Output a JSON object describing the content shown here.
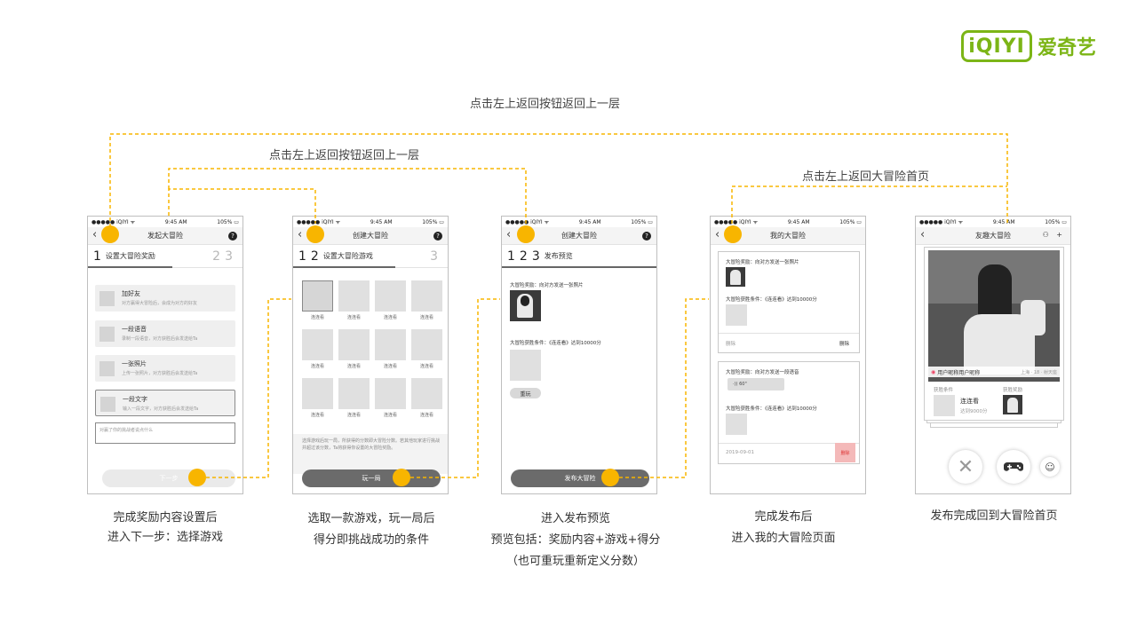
{
  "logo": {
    "box_text": "iQIYI",
    "cn_text": "爱奇艺",
    "color": "#7cb516"
  },
  "accent_color": "#f8b500",
  "flow_labels": {
    "top": "点击左上返回按钮返回上一层",
    "second": "点击左上返回按钮返回上一层",
    "right": "点击左上返回大冒险首页"
  },
  "status_bar": {
    "left": "●●●●● iQIYI ᯤ",
    "time": "9:45 AM",
    "battery": "105% ▭"
  },
  "screen1": {
    "title": "发起大冒险",
    "step_num1": "1",
    "step_label": "设置大冒险奖励",
    "step_num2": "2",
    "step_num3": "3",
    "options": [
      {
        "title": "加好友",
        "desc": "对方赢得大冒险后，会成为对方的好友"
      },
      {
        "title": "一段语音",
        "desc": "录制一段语音，对方获胜后会发送给Ta"
      },
      {
        "title": "一张照片",
        "desc": "上传一张照片，对方获胜后会发送给Ta"
      },
      {
        "title": "一段文字",
        "desc": "输入一段文字，对方获胜后会发送给Ta"
      }
    ],
    "input_placeholder": "对赢了你的挑战者说点什么",
    "next_button": "下一步"
  },
  "screen2": {
    "title": "创建大冒险",
    "step_num1": "1",
    "step_num2": "2",
    "step_label": "设置大冒险游戏",
    "step_num3": "3",
    "games": [
      "连连看",
      "连连看",
      "连连看",
      "连连看",
      "连连看",
      "连连看",
      "连连看",
      "连连看",
      "连连看",
      "连连看",
      "连连看",
      "连连看"
    ],
    "hint": "选择游戏后玩一局，所获得的分数即大冒险分数。若其他玩家进行挑战并超过该分数，Ta将获得你设置的大冒险奖励。",
    "play_button": "玩一局"
  },
  "screen3": {
    "title": "创建大冒险",
    "step_num1": "1",
    "step_num2": "2",
    "step_num3": "3",
    "step_label": "发布预览",
    "reward_text": "大冒险奖励：向对方发送一张照片",
    "condition_text": "大冒险获胜条件：《连连看》达到10000分",
    "replay_button": "重玩",
    "publish_button": "发布大冒险"
  },
  "screen4": {
    "title": "我的大冒险",
    "card1": {
      "reward": "大冒险奖励：向对方发送一张照片",
      "condition": "大冒险获胜条件：《连连看》达到10000分",
      "left_action": "删除",
      "right_action": "删除"
    },
    "card2": {
      "reward": "大冒险奖励：向对方发送一段语音",
      "voice": "·))   60\"",
      "condition": "大冒险获胜条件：《连连看》达到10000分",
      "date": "2019-09-01",
      "delete": "删除"
    }
  },
  "screen5": {
    "title": "友趣大冒险",
    "right_icons": "⚇ +",
    "user_name": "用户昵称用户昵称",
    "location": "上海 · 18 · 射天座",
    "condition_label": "获胜条件",
    "reward_label": "获胜奖励",
    "game_name": "连连看",
    "score": "达到9000分"
  },
  "captions": {
    "c1": [
      "完成奖励内容设置后",
      "进入下一步：选择游戏"
    ],
    "c2": [
      "选取一款游戏，玩一局后",
      "得分即挑战成功的条件"
    ],
    "c3": [
      "进入发布预览",
      "预览包括：奖励内容+游戏+得分",
      "（也可重玩重新定义分数）"
    ],
    "c4": [
      "完成发布后",
      "进入我的大冒险页面"
    ],
    "c5": [
      "发布完成回到大冒险首页"
    ]
  }
}
